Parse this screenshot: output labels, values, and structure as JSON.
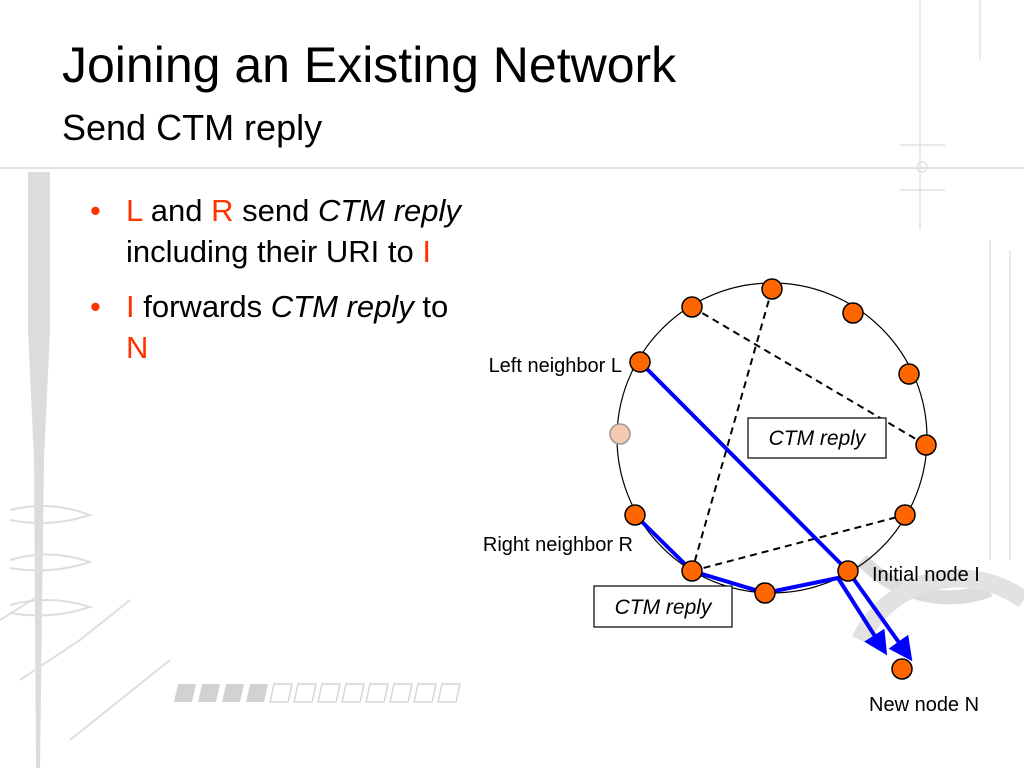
{
  "title": "Joining an Existing Network",
  "subtitle": "Send CTM reply",
  "bullets": [
    {
      "l": "L",
      "and": "and",
      "r": "R",
      "send": "send",
      "ctm": "CTM reply",
      "rest": "including their URI to",
      "i": "I"
    },
    {
      "i": "I",
      "forwards": "forwards",
      "ctm": "CTM reply",
      "to": "to",
      "n": "N"
    }
  ],
  "diagram": {
    "left_neighbor": "Left neighbor L",
    "right_neighbor": "Right neighbor R",
    "initial_node": "Initial node I",
    "new_node": "New node N",
    "reply_box_1": "CTM reply",
    "reply_box_2": "CTM reply"
  },
  "colors": {
    "accent": "#ff3300",
    "node_fill": "#ff6600",
    "arrow": "#0000ff",
    "ghost_node": "#f5c8b0"
  }
}
